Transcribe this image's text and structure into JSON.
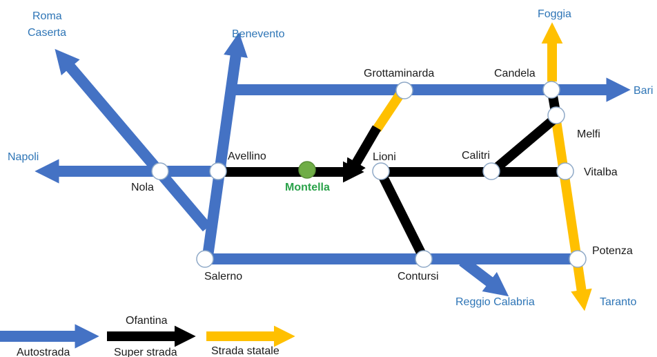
{
  "colors": {
    "autostrada": "#4472c4",
    "autostrada_edge": "#2f528f",
    "superstrada": "#000000",
    "statale": "#ffc000",
    "statale_edge": "#d99a00",
    "node_fill": "#ffffff",
    "highlight_node": "#70ad47",
    "destination_text": "#2e75b6",
    "highlight_text": "#2aa24a"
  },
  "destinations": {
    "roma": "Roma",
    "caserta": "Caserta",
    "benevento": "Benevento",
    "foggia": "Foggia",
    "bari": "Bari",
    "napoli": "Napoli",
    "reggio_calabria": "Reggio Calabria",
    "taranto": "Taranto"
  },
  "junctions": {
    "grottaminarda": "Grottaminarda",
    "candela": "Candela",
    "melfi": "Melfi",
    "avellino": "Avellino",
    "lioni": "Lioni",
    "calitri": "Calitri",
    "vitalba": "Vitalba",
    "nola": "Nola",
    "potenza": "Potenza",
    "salerno": "Salerno",
    "contursi": "Contursi"
  },
  "highlight": {
    "town": "Montella"
  },
  "legend": {
    "autostrada": "Autostrada",
    "ofantina": "Ofantina",
    "superstrada": "Super strada",
    "statale": "Strada statale"
  }
}
